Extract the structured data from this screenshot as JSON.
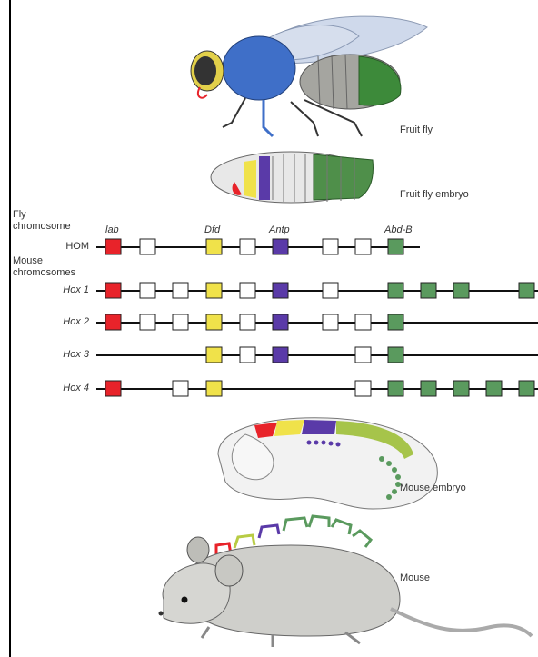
{
  "captions": {
    "fly": "Fruit fly",
    "fly_embryo": "Fruit fly embryo",
    "mouse_embryo": "Mouse embryo",
    "mouse": "Mouse"
  },
  "headers": {
    "fly_chromosome": "Fly\nchromosome",
    "mouse_chromosomes": "Mouse\nchromosomes"
  },
  "gene_names": {
    "lab": "lab",
    "dfd": "Dfd",
    "antp": "Antp",
    "abdb": "Abd-B"
  },
  "rows": [
    {
      "label": "HOM",
      "italic": false
    },
    {
      "label": "Hox 1",
      "italic": true
    },
    {
      "label": "Hox 2",
      "italic": true
    },
    {
      "label": "Hox 3",
      "italic": true
    },
    {
      "label": "Hox 4",
      "italic": true
    }
  ],
  "colors": {
    "red": "#e8232a",
    "yellow": "#f0e24a",
    "purple": "#5a3aa8",
    "green": "#5a9a5e",
    "white": "#ffffff",
    "line": "#111111"
  }
}
